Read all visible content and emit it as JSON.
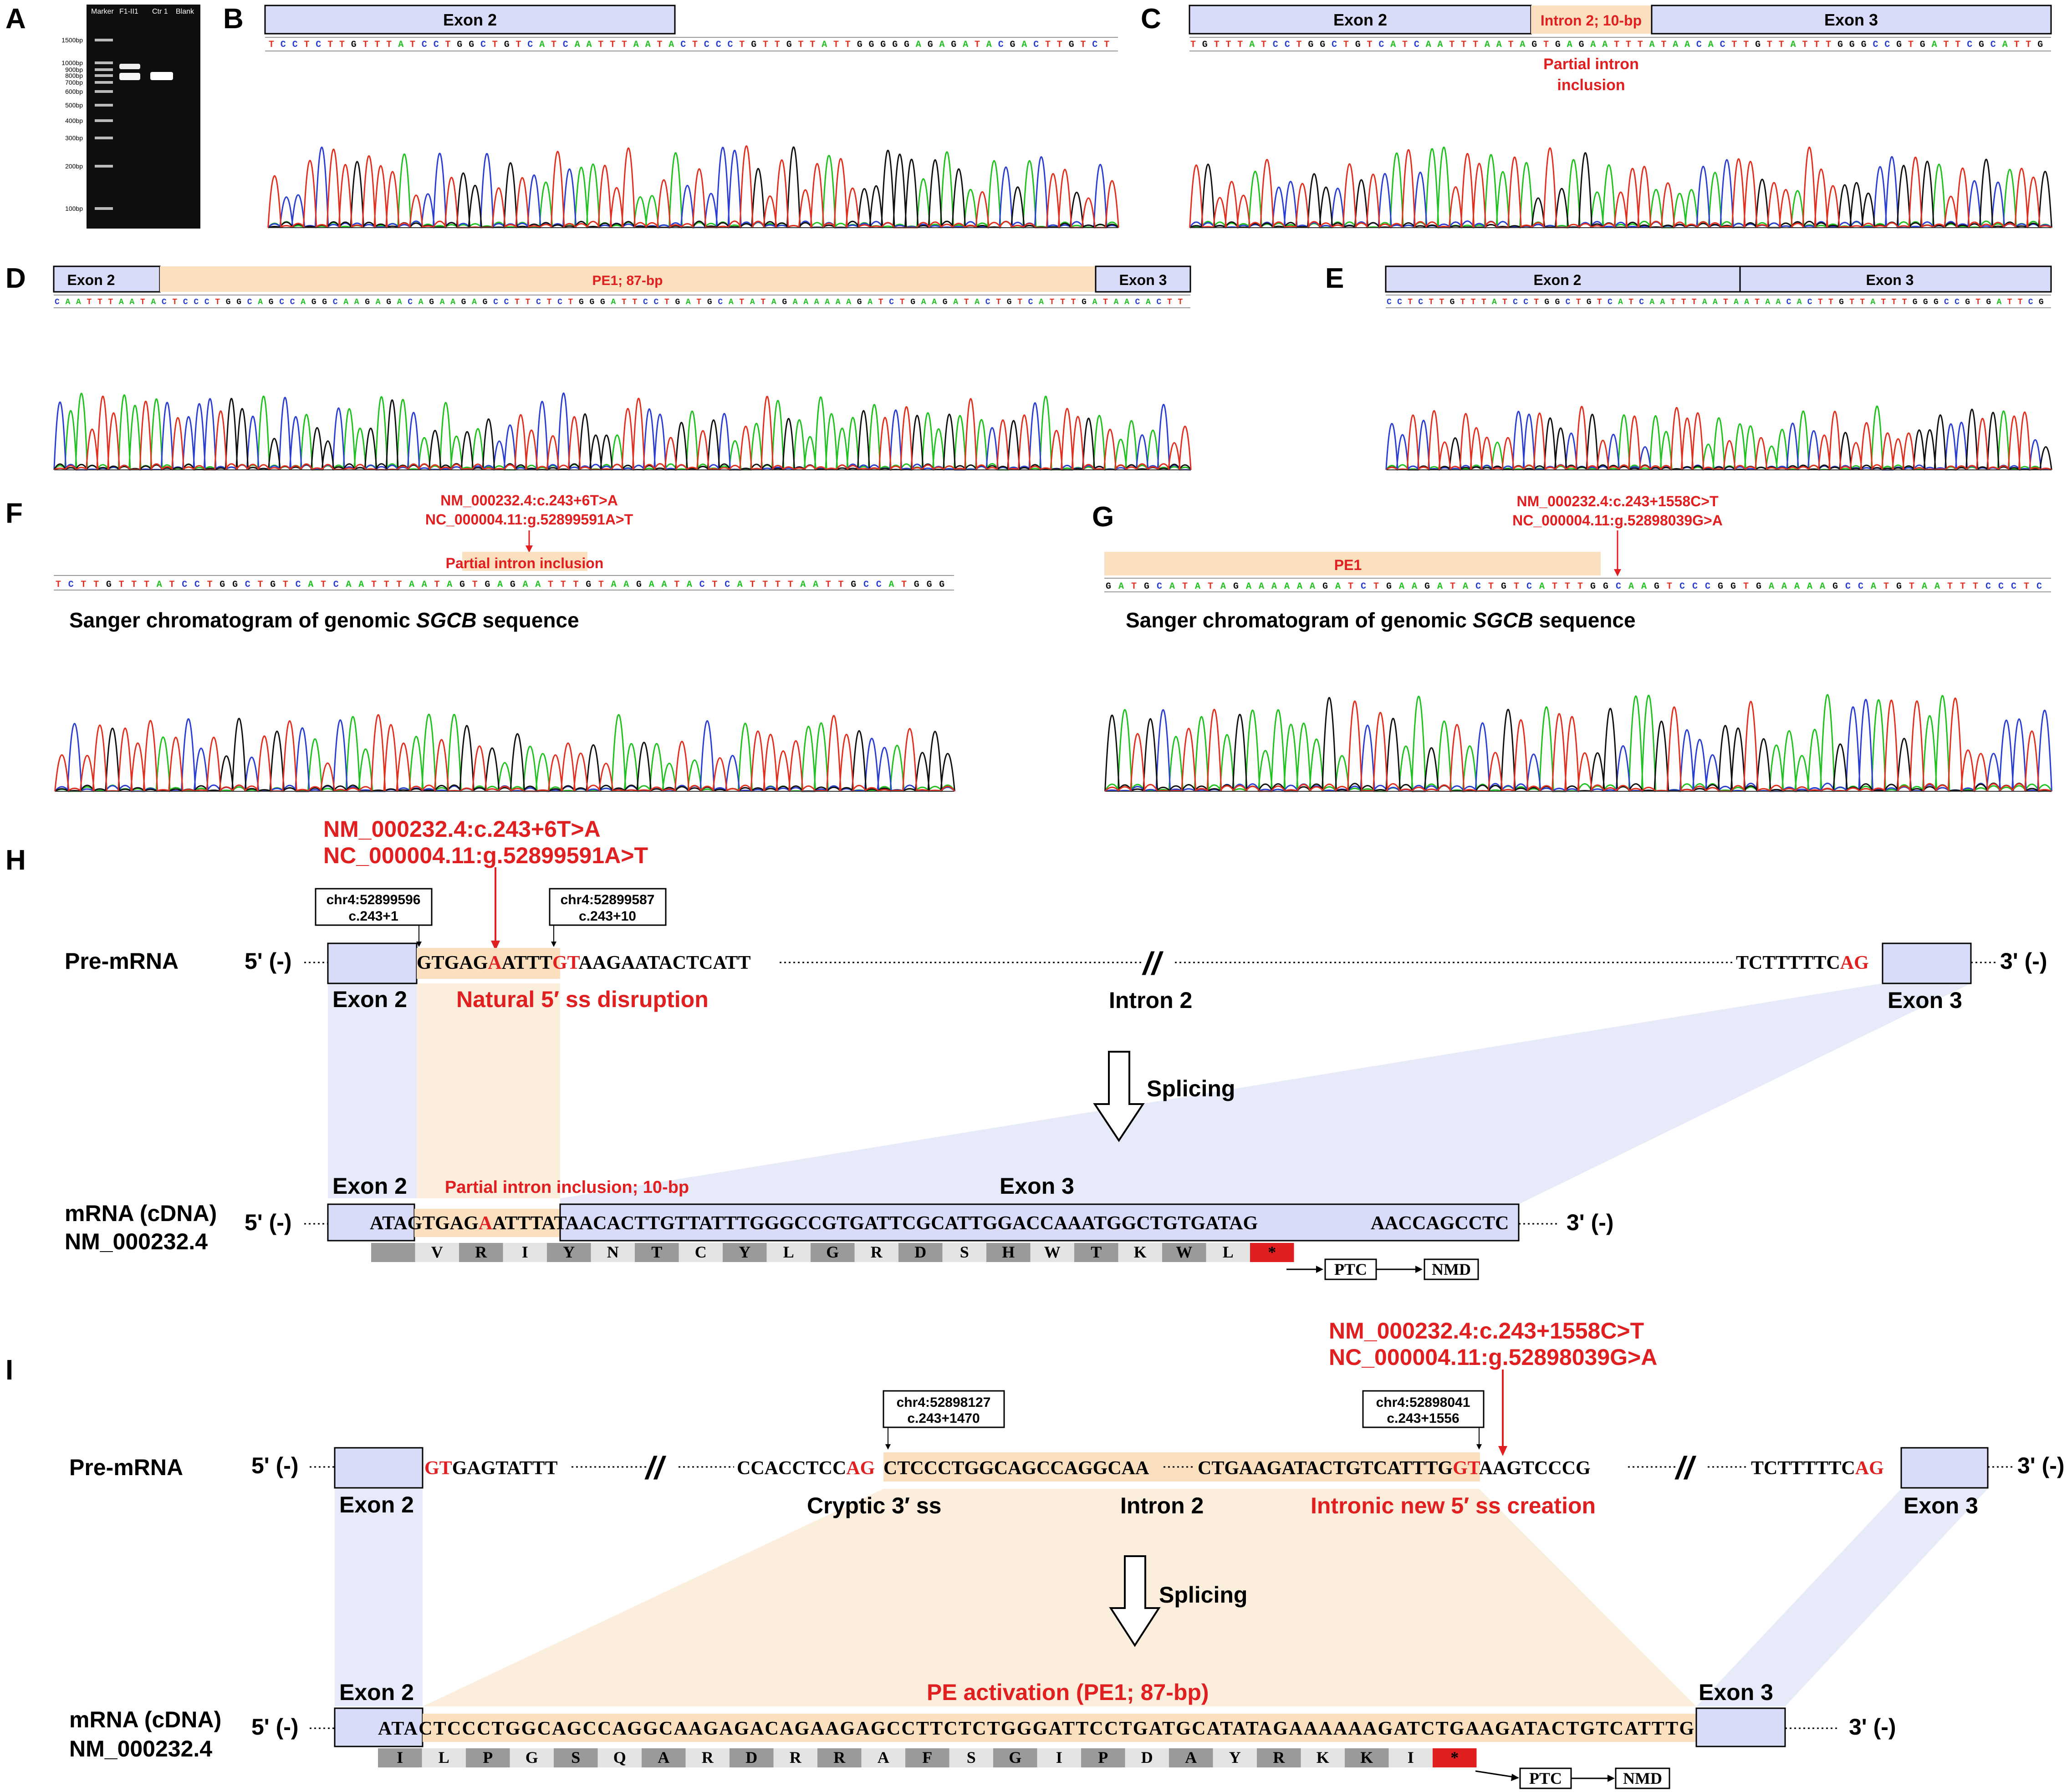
{
  "panel_letters": [
    "A",
    "B",
    "C",
    "D",
    "E",
    "F",
    "G",
    "H",
    "I"
  ],
  "gel": {
    "lanes": [
      "Marker",
      "F1-II1",
      "Ctr 1",
      "Blank"
    ],
    "ladder": [
      "1500bp",
      "1000bp",
      "900bp",
      "800bp",
      "700bp",
      "600bp",
      "500bp",
      "400bp",
      "300bp",
      "200bp",
      "100bp"
    ]
  },
  "panel_b": {
    "box": "Exon 2",
    "seq": "TCCTCTTGTTTATCCTGGCTGTCATCAATTTAATACTCCCTGTTGTTATTGGGGGAGAGATACGACTTGTCT"
  },
  "panel_c": {
    "exon2": "Exon 2",
    "intron": "Intron 2; 10-bp",
    "exon3": "Exon 3",
    "note_line1": "Partial intron",
    "note_line2": "inclusion",
    "seq": "TGTTTATCCTGGCTGTCATCAATTTAATAGTGAGAATTTATAACACTTGTTATTTGGGCCGTGATTCGCATTG"
  },
  "panel_d": {
    "exon2": "Exon 2",
    "pe": "PE1; 87-bp",
    "exon3": "Exon 3",
    "seq": "CAATTTAATACTCCCTGGCAGCCAGGCAAGAGACAGAAGAGCCTTCTCTGGGATTCCTGATGCATATAGAAAAAAGATCTGAAGATACTGTCATTTGATAACACTT"
  },
  "panel_e": {
    "exon2": "Exon 2",
    "exon3": "Exon 3",
    "seq": "CCTCTTGTTTATCCTGGCTGTCATCAATTTAATAATAACACTTGTTATTTGGGCCGTGATTCG"
  },
  "panel_f": {
    "var1": "NM_000232.4:c.243+6T>A",
    "var2": "NC_000004.11:g.52899591A>T",
    "note": "Partial intron inclusion",
    "seq": "TCTTGTTTATCCTGGCTGTCATCAATTTAATAGTGAGAATTTGTAAGAATACTCATTTTAATTGCCATGGG",
    "caption_pre": "Sanger chromatogram of genomic ",
    "caption_gene": "SGCB",
    "caption_post": " sequence"
  },
  "panel_g": {
    "var1": "NM_000232.4:c.243+1558C>T",
    "var2": "NC_000004.11:g.52898039G>A",
    "pe": "PE1",
    "seq": "GATGCATATAGAAAAAAGATCTGAAGATACTGTCATTTGGCAAGTCCCGGTGAAAAAGCCATGTAATTTCCCTC",
    "caption_pre": "Sanger chromatogram of genomic ",
    "caption_gene": "SGCB",
    "caption_post": " sequence"
  },
  "panel_h": {
    "var1": "NM_000232.4:c.243+6T>A",
    "var2": "NC_000004.11:g.52899591A>T",
    "coord1_a": "chr4:52899596",
    "coord1_b": "c.243+1",
    "coord2_a": "chr4:52899587",
    "coord2_b": "c.243+10",
    "premrna": "Pre-mRNA",
    "five": "5' (-)",
    "three": "3' (-)",
    "seq_a": "GTGAG",
    "seq_mut": "A",
    "seq_b": "ATTT",
    "seq_gt": "GT",
    "seq_c": "AAGAATACTCATT",
    "seq_end_a": "TCTTTTTC",
    "seq_end_ag": "AG",
    "exon2": "Exon 2",
    "exon3": "Exon 3",
    "intron": "Intron 2",
    "disrupt": "Natural 5′ ss disruption",
    "splicing": "Splicing",
    "mrna1": "mRNA (cDNA)",
    "mrna2": "NM_000232.4",
    "incl": "Partial intron inclusion; 10-bp",
    "m_ata": "ATA",
    "m_gtgag": "GTGAG",
    "m_a": "A",
    "m_attt": "ATTT",
    "m_rest": "ATAACACTTGTTATTTGGGCCGTGATTCGCATTGGACCAAATGGCTGTGATAG",
    "m_end": "AACCAGCCTC",
    "aa": [
      "V",
      "R",
      "I",
      "Y",
      "N",
      "T",
      "C",
      "Y",
      "L",
      "G",
      "R",
      "D",
      "S",
      "H",
      "W",
      "T",
      "K",
      "W",
      "L",
      "*"
    ],
    "ptc": "PTC",
    "nmd": "NMD"
  },
  "panel_i": {
    "var1": "NM_000232.4:c.243+1558C>T",
    "var2": "NC_000004.11:g.52898039G>A",
    "coord1_a": "chr4:52898127",
    "coord1_b": "c.243+1470",
    "coord2_a": "chr4:52898041",
    "coord2_b": "c.243+1556",
    "premrna": "Pre-mRNA",
    "five": "5' (-)",
    "three": "3' (-)",
    "gt": "GT",
    "gt_rest": "GAGTATTT",
    "s1": "CCACCTCC",
    "ag": "AG",
    "s2": "CTCCCTGGCAGCCAGGCAA",
    "s3": "CTGAAGATACTGTCATTTG",
    "gt2": "GT",
    "s4": "AAGTCCCG",
    "s5": "TCTTTTTC",
    "ag2": "AG",
    "exon2": "Exon 2",
    "exon3": "Exon 3",
    "cryptic": "Cryptic 3′ ss",
    "intron": "Intron 2",
    "newss": "Intronic new 5′ ss creation",
    "splicing": "Splicing",
    "mrna1": "mRNA (cDNA)",
    "mrna2": "NM_000232.4",
    "peact": "PE activation (PE1; 87-bp)",
    "m_ata": "ATA",
    "m_seq": "CTCCCTGGCAGCCAGGCAAGAGACAGAAGAGCCTTCTCTGGGATTCCTGATGCATATAGAAAAAAGATCTGAAGATACTGTCATTTG",
    "aa": [
      "I",
      "L",
      "P",
      "G",
      "S",
      "Q",
      "A",
      "R",
      "D",
      "R",
      "R",
      "A",
      "F",
      "S",
      "G",
      "I",
      "P",
      "D",
      "A",
      "Y",
      "R",
      "K",
      "K",
      "I",
      "*"
    ],
    "ptc": "PTC",
    "nmd": "NMD"
  },
  "colors": {
    "A": "#22c122",
    "C": "#2a3fd0",
    "G": "#111111",
    "T": "#e03020",
    "box": "#d8dcf8",
    "pe": "#fbe0c0",
    "red": "#e02020"
  }
}
